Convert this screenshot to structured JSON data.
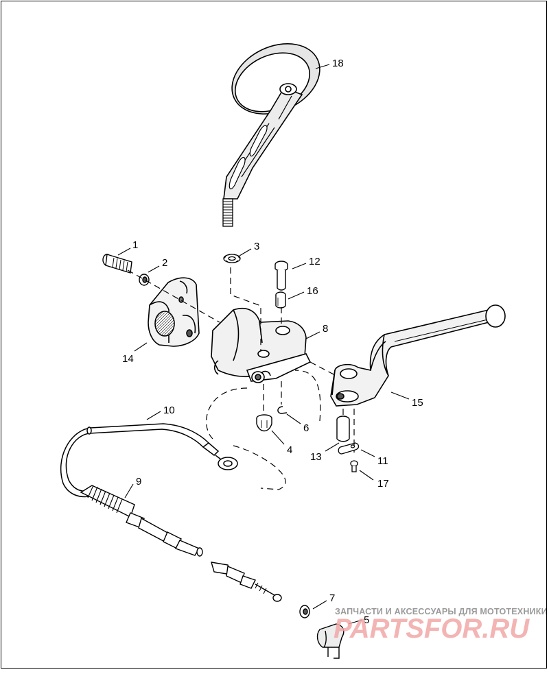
{
  "diagram": {
    "callouts": [
      {
        "id": "1",
        "label": "1"
      },
      {
        "id": "2",
        "label": "2"
      },
      {
        "id": "3",
        "label": "3"
      },
      {
        "id": "4",
        "label": "4"
      },
      {
        "id": "5",
        "label": "5"
      },
      {
        "id": "6",
        "label": "6"
      },
      {
        "id": "7",
        "label": "7"
      },
      {
        "id": "8",
        "label": "8"
      },
      {
        "id": "9",
        "label": "9"
      },
      {
        "id": "10",
        "label": "10"
      },
      {
        "id": "11",
        "label": "11"
      },
      {
        "id": "12",
        "label": "12"
      },
      {
        "id": "13",
        "label": "13"
      },
      {
        "id": "14",
        "label": "14"
      },
      {
        "id": "15",
        "label": "15"
      },
      {
        "id": "16",
        "label": "16"
      },
      {
        "id": "17",
        "label": "17"
      },
      {
        "id": "18",
        "label": "18"
      }
    ]
  },
  "watermark": {
    "line1": "ЗАПЧАСТИ И АКСЕССУАРЫ ДЛЯ МОТОТЕХНИКИ",
    "line2": "PARTSFOR.RU",
    "color_text": "#9a9a9a",
    "color_logo": "#f2a7a7"
  }
}
